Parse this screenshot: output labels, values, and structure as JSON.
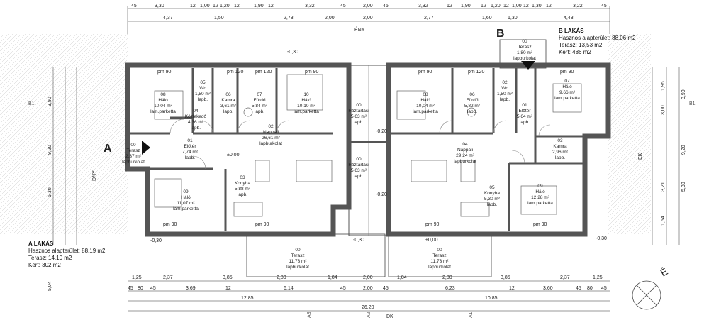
{
  "top_dims_row1": [
    "45",
    "3,30",
    "12",
    "1,00",
    "12",
    "1,20",
    "12",
    "1,90",
    "12",
    "3,32",
    "45",
    "2,00",
    "45",
    "3,32",
    "12",
    "1,90",
    "12",
    "1,20",
    "12",
    "1,00",
    "12",
    "1,30",
    "12",
    "3,22",
    "45"
  ],
  "top_dims_row2": [
    "4,37",
    "1,50",
    "2,73",
    "2,00",
    "2,00",
    "2,77",
    "1,60",
    "1,30",
    "4,43"
  ],
  "bottom_dims_row1": [
    "1,25",
    "2,37",
    "3,85",
    "2,80",
    "1,84",
    "2,00",
    "1,84",
    "2,80",
    "3,85",
    "2,37",
    "1,25"
  ],
  "bottom_dims_row2": [
    "45",
    "80",
    "45",
    "3,69",
    "12",
    "6,14",
    "45",
    "2,00",
    "45",
    "6,23",
    "12",
    "3,60",
    "45",
    "80",
    "45"
  ],
  "bottom_dims_row3": [
    "12,85",
    "10,85"
  ],
  "bottom_total": "26,20",
  "compass": {
    "eny": "ÉNY",
    "dk": "DK",
    "dny": "DNY",
    "ek": "ÉK",
    "north": "É"
  },
  "axes": {
    "b1_left": "B1",
    "b1_right": "B1",
    "a3": "A3",
    "a2": "A2",
    "a1": "A1"
  },
  "levels": {
    "l1": "-0,30",
    "l2": "±0,00",
    "l3": "-0,20",
    "l4": "-0,20",
    "l5": "±0,00",
    "l6": "-0,30",
    "l7": "-0,30",
    "l8": "-0,30"
  },
  "unit_a": {
    "marker": "A",
    "title": "A LAKÁS",
    "area": "Hasznos alapterület: 88,19 m2",
    "terrace": "Terasz:  14,10 m2",
    "garden": "Kert: 302 m2"
  },
  "unit_b": {
    "marker": "B",
    "title": "B LAKÁS",
    "area": "Hasznos alapterület: 88,06 m2",
    "terrace": "Terasz:   13,53 m2",
    "garden": "Kert:   486 m2"
  },
  "rooms_a": [
    {
      "no": "08",
      "name": "Háló",
      "area": "10,04 m²",
      "floor": "lam.parketta"
    },
    {
      "no": "05",
      "name": "Wc",
      "area": "1,50 m²",
      "floor": "lapb."
    },
    {
      "no": "06",
      "name": "Kamra",
      "area": "3,61 m²",
      "floor": "lapb."
    },
    {
      "no": "07",
      "name": "Fürdő",
      "area": "5,84 m²",
      "floor": "lapb."
    },
    {
      "no": "10",
      "name": "Háló",
      "area": "10,10 m²",
      "floor": "lam.parketta"
    },
    {
      "no": "04",
      "name": "Közlekedő",
      "area": "4,36 m²",
      "floor": "lapb."
    },
    {
      "no": "01",
      "name": "Előtér",
      "area": "7,74 m²",
      "floor": "lapb."
    },
    {
      "no": "00",
      "name": "Terasz",
      "area": "2,37 m²",
      "floor": "lapburkolat"
    },
    {
      "no": "02",
      "name": "Nappali",
      "area": "26,61 m²",
      "floor": "lapburkolat"
    },
    {
      "no": "03",
      "name": "Konyha",
      "area": "5,88 m²",
      "floor": "lapb."
    },
    {
      "no": "09",
      "name": "Háló",
      "area": "11,07 m²",
      "floor": "lam.parketta"
    },
    {
      "no": "00",
      "name": "Háztartási",
      "area": "5,63 m²",
      "floor": "lapb."
    },
    {
      "no": "00",
      "name": "Terasz",
      "area": "11,73 m²",
      "floor": "lapburkolat"
    }
  ],
  "rooms_b": [
    {
      "no": "08",
      "name": "Háló",
      "area": "10,04 m²",
      "floor": "lam.parketta"
    },
    {
      "no": "06",
      "name": "Fürdő",
      "area": "5,82 m²",
      "floor": "lapb."
    },
    {
      "no": "02",
      "name": "Wc",
      "area": "1,50 m²",
      "floor": "lapb."
    },
    {
      "no": "07",
      "name": "Háló",
      "area": "9,66 m²",
      "floor": "lam.parketta"
    },
    {
      "no": "00",
      "name": "Terasz",
      "area": "1,80 m²",
      "floor": "lapburkolat"
    },
    {
      "no": "01",
      "name": "Előtér",
      "area": "5,64 m²",
      "floor": "lapb."
    },
    {
      "no": "03",
      "name": "Kamra",
      "area": "2,96 m²",
      "floor": "lapb."
    },
    {
      "no": "04",
      "name": "Nappali",
      "area": "29,24 m²",
      "floor": "lapburkolat"
    },
    {
      "no": "05",
      "name": "Konyha",
      "area": "5,30 m²",
      "floor": "lapb."
    },
    {
      "no": "09",
      "name": "Háló",
      "area": "12,28 m²",
      "floor": "lam.parketta"
    },
    {
      "no": "00",
      "name": "Háztartási",
      "area": "5,63 m²",
      "floor": "lapb."
    },
    {
      "no": "00",
      "name": "Terasz",
      "area": "11,73 m²",
      "floor": "lapburkolat"
    }
  ],
  "left_dims": [
    "3,90",
    "9,20",
    "5,30",
    "5,04"
  ],
  "right_dims": [
    "1,95",
    "3,00",
    "3,90",
    "9,20",
    "3,21",
    "5,30",
    "1,54"
  ],
  "pm": [
    "pm 90",
    "pm 120"
  ]
}
